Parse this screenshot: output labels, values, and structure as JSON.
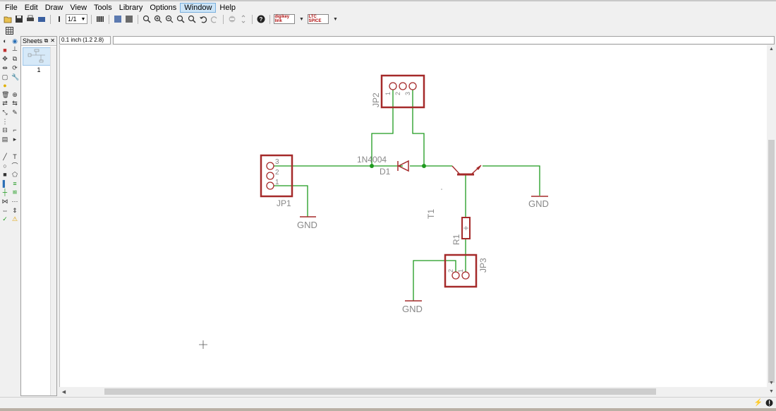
{
  "menubar": {
    "items": [
      "File",
      "Edit",
      "Draw",
      "View",
      "Tools",
      "Library",
      "Options",
      "Window",
      "Help"
    ],
    "active": "Window"
  },
  "toolbar": {
    "sheet_select": "1/1",
    "logos": [
      "digikey link",
      "LTC SPICE"
    ]
  },
  "sheets_panel": {
    "title": "Sheets",
    "sheet_number": "1"
  },
  "coordinate_display": "0.1 inch (1.2 2.8)",
  "command_line": "",
  "schematic": {
    "wire_color": "#1e9a1e",
    "part_color": "#a52a2a",
    "label_color": "#888888",
    "labels": {
      "jp2": "JP2",
      "jp2_pins": [
        "1",
        "2",
        "3"
      ],
      "jp1": "JP1",
      "jp1_pins": [
        "3",
        "2",
        "1"
      ],
      "d1_value": "1N4004",
      "d1_name": "D1",
      "t1": "T1",
      "r1": "R1",
      "jp3": "JP3",
      "jp3_pins": [
        "2",
        "1"
      ],
      "gnd": "GND"
    }
  },
  "status_icons": [
    "lightning-icon",
    "info-icon"
  ]
}
